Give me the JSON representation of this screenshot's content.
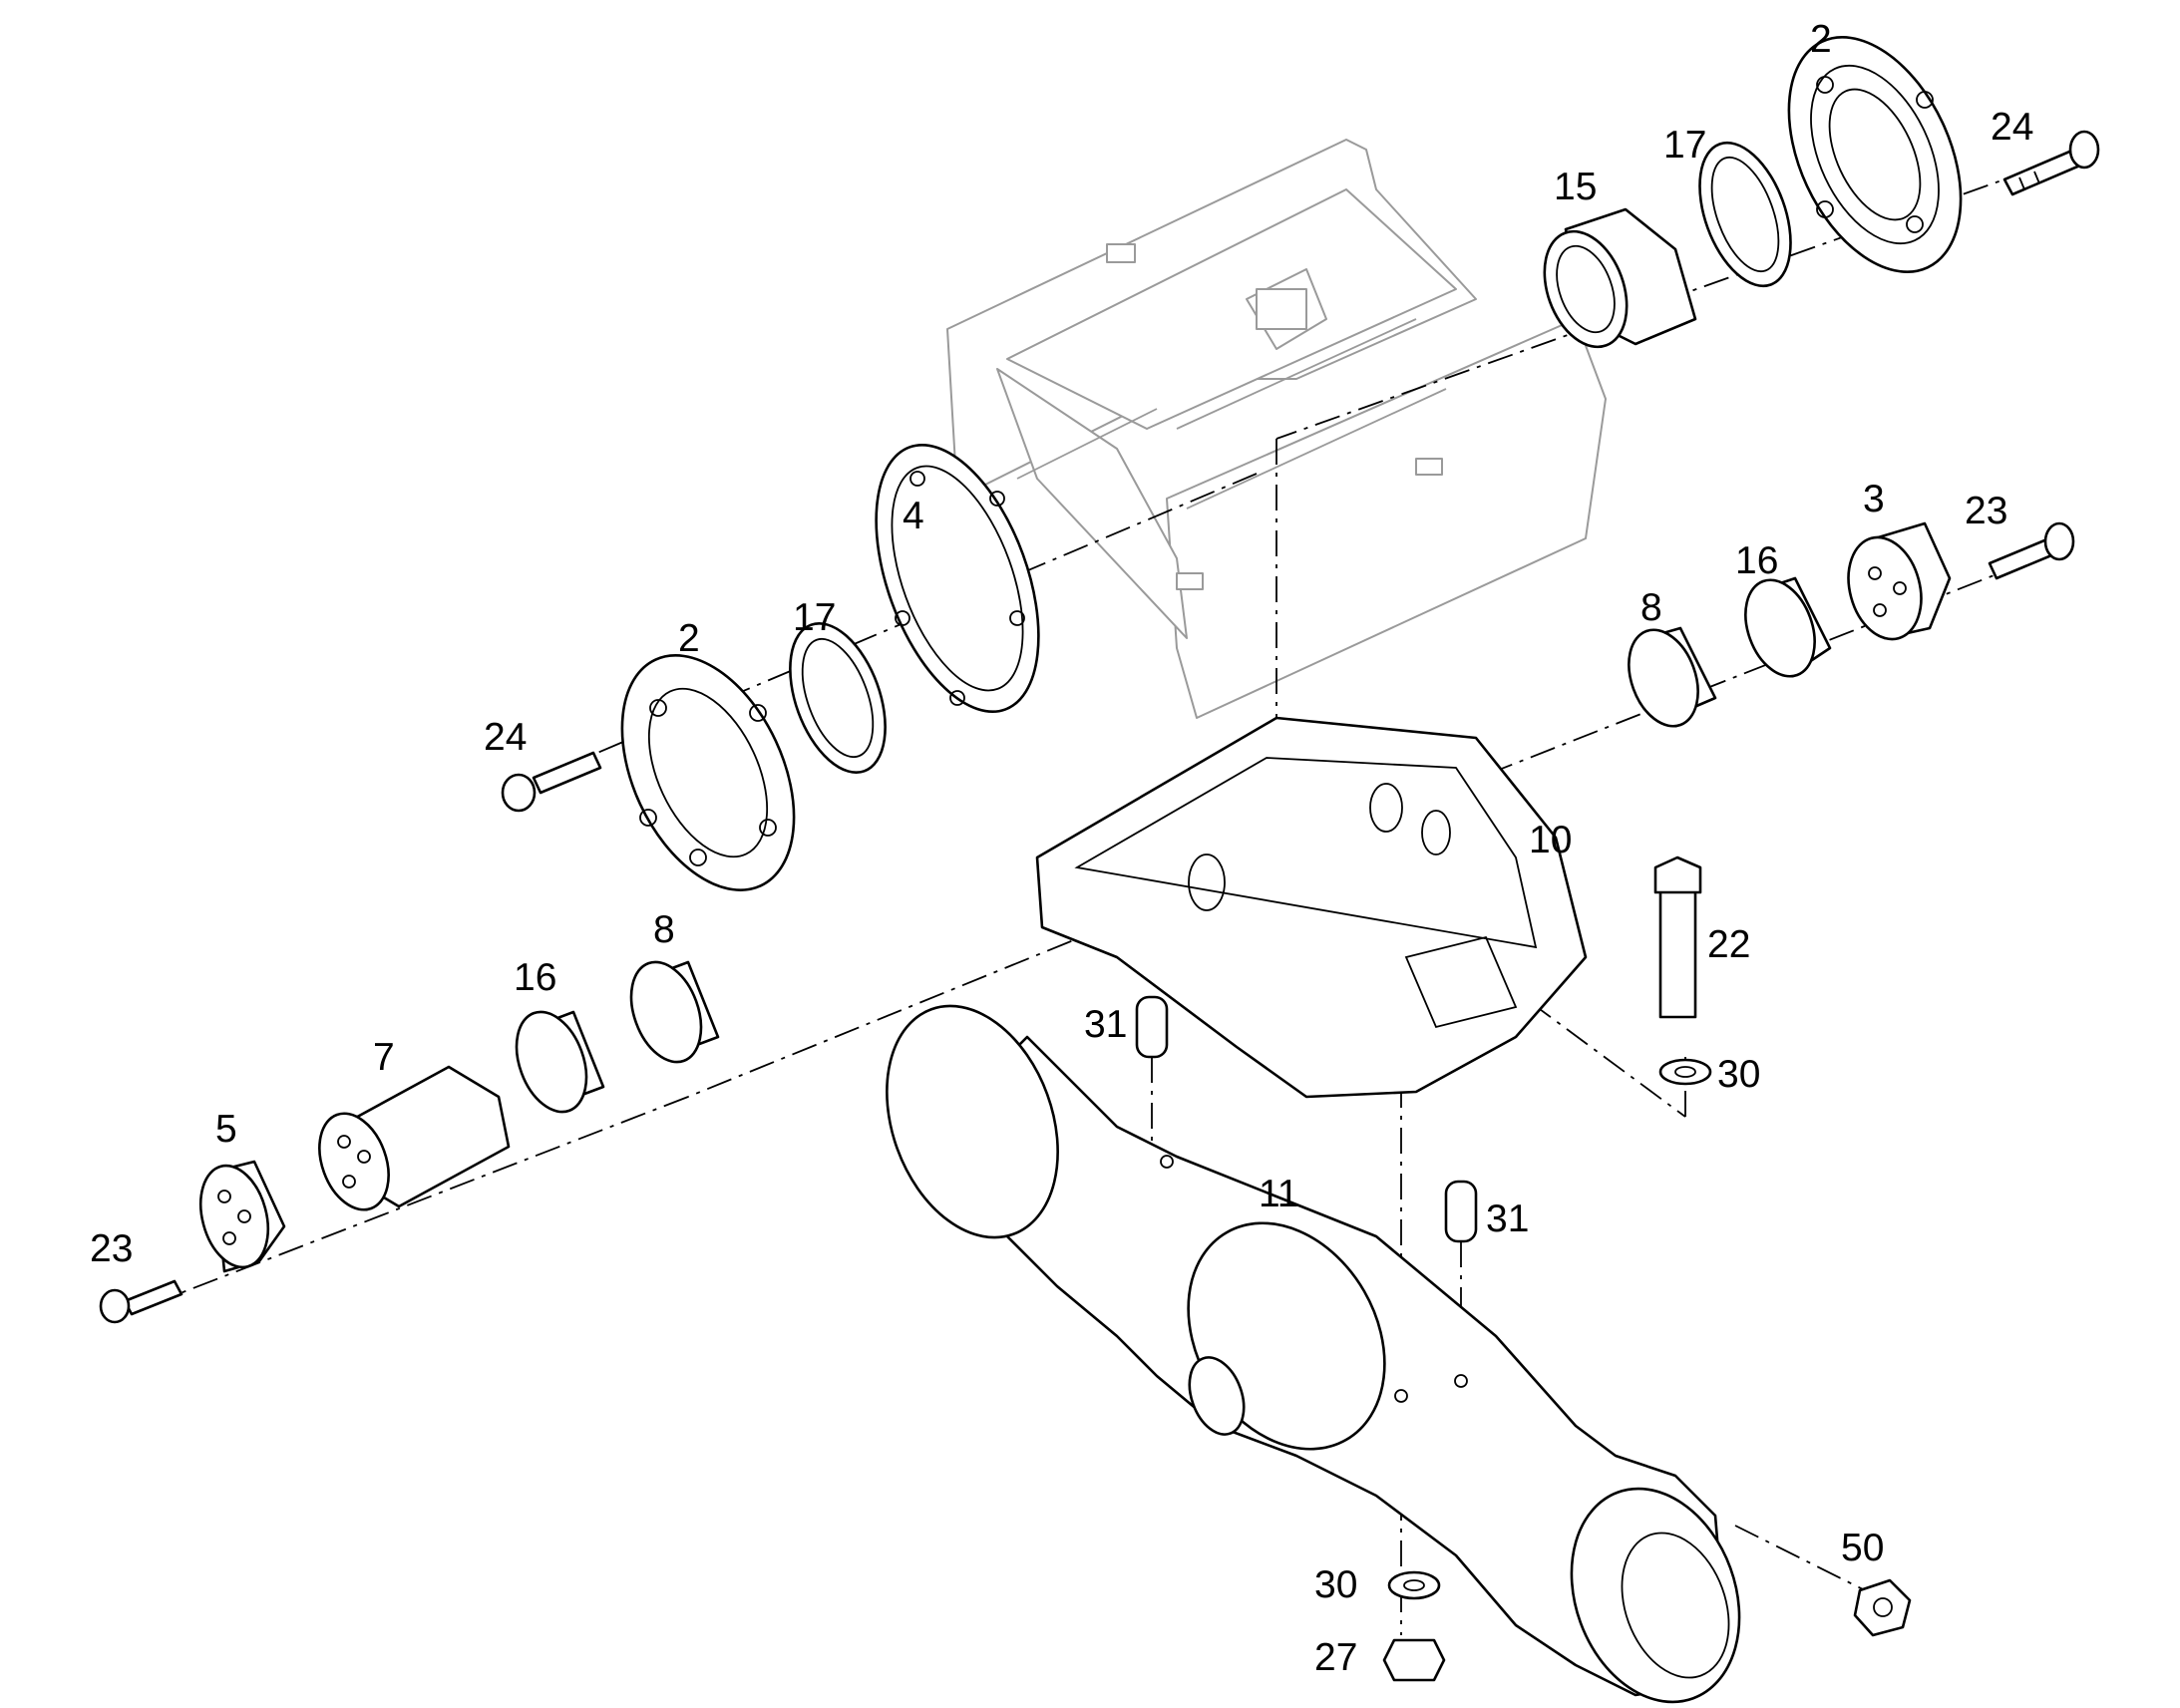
{
  "diagram": {
    "callouts": {
      "c2_top": "2",
      "c24_top": "24",
      "c17_top": "17",
      "c15": "15",
      "c3": "3",
      "c23_right": "23",
      "c16_right": "16",
      "c8_right": "8",
      "c4": "4",
      "c17_left": "17",
      "c2_left": "2",
      "c24_left": "24",
      "c10": "10",
      "c22": "22",
      "c30_right": "30",
      "c8_left": "8",
      "c16_left": "16",
      "c7": "7",
      "c5": "5",
      "c23_left": "23",
      "c31_upper": "31",
      "c11": "11",
      "c31_lower": "31",
      "c50": "50",
      "c30_bottom": "30",
      "c27": "27"
    }
  }
}
